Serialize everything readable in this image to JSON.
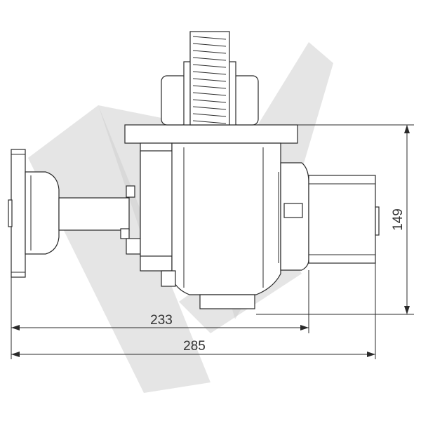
{
  "drawing": {
    "dimensions": {
      "width_gearbox": "233",
      "width_total": "285",
      "height_total": "149"
    },
    "colors": {
      "line": "#2a2a2a",
      "watermark": "#cfcfcf",
      "background": "#ffffff"
    }
  }
}
